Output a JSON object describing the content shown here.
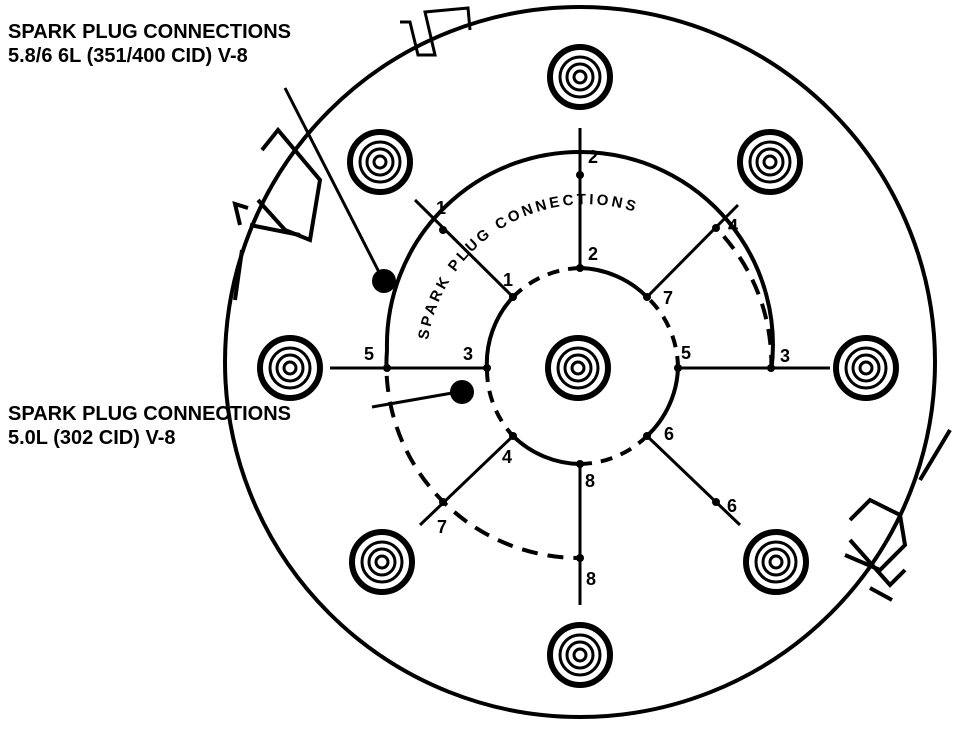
{
  "callouts": {
    "top_line1": "SPARK PLUG CONNECTIONS",
    "top_line2": "5.8/6 6L (351/400 CID) V-8",
    "bottom_line1": "SPARK PLUG CONNECTIONS",
    "bottom_line2": "5.0L (302 CID) V-8"
  },
  "ring_label": "SPARK PLUG CONNECTIONS",
  "outer_numbers": [
    "1",
    "2",
    "4",
    "3",
    "6",
    "8",
    "7",
    "5"
  ],
  "inner_numbers": [
    "1",
    "2",
    "7",
    "5",
    "6",
    "8",
    "4",
    "3"
  ],
  "colors": {
    "ink": "#000000",
    "paper": "#ffffff"
  }
}
